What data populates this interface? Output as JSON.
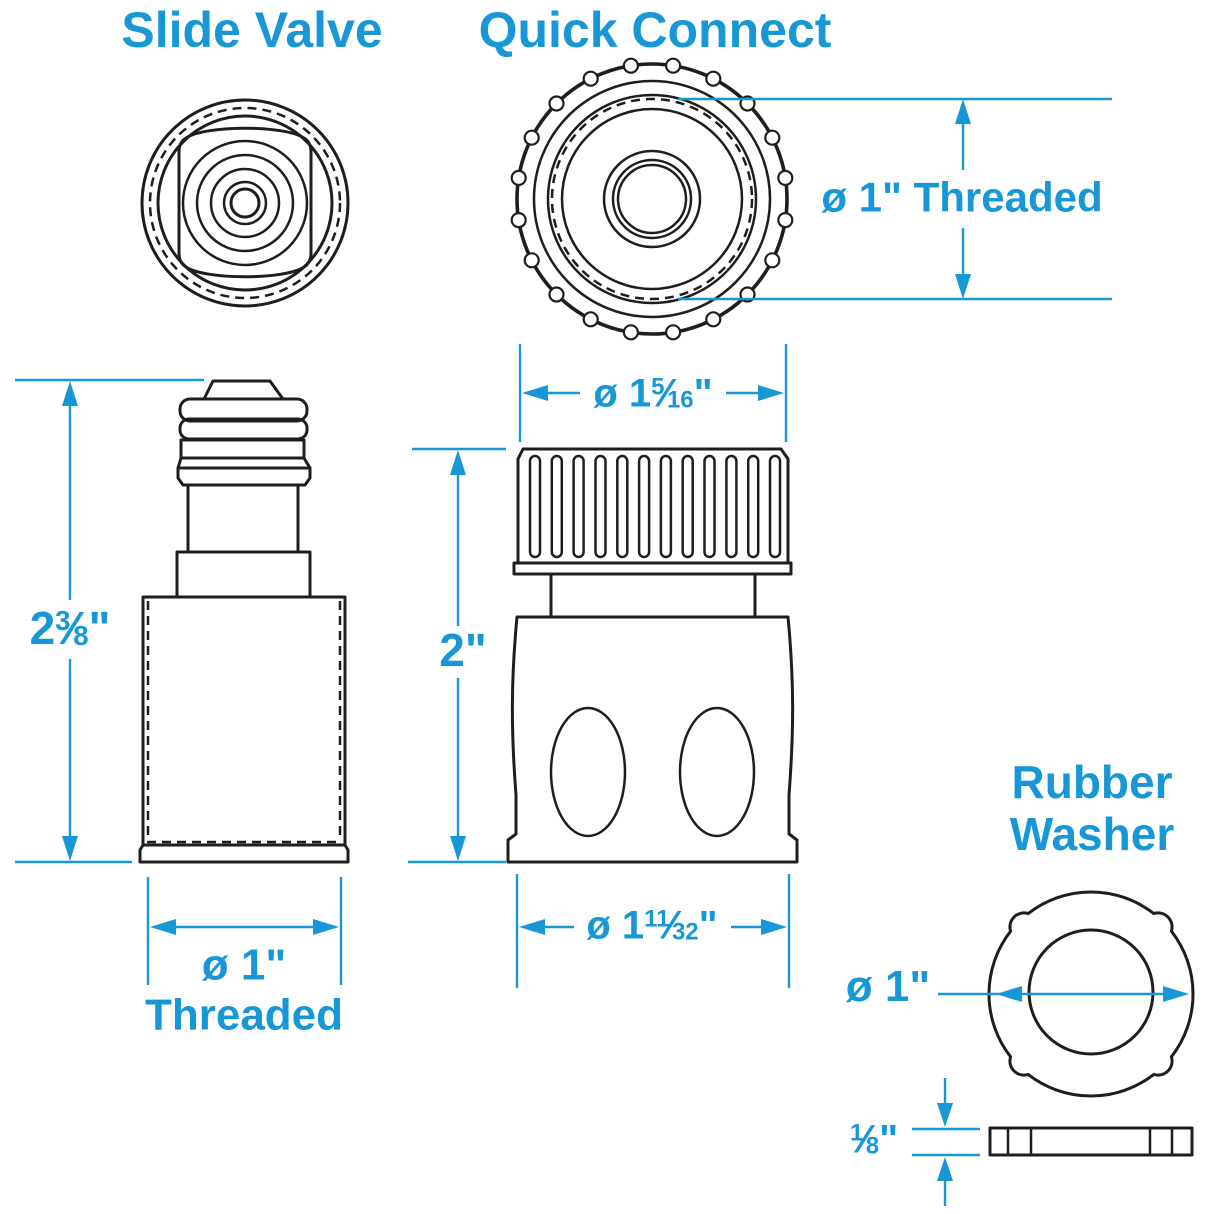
{
  "colors": {
    "accent_blue": "#1897d6",
    "line_black": "#1f1d1e",
    "background": "#ffffff"
  },
  "misc": {
    "fraction_slash": "⁄"
  },
  "slide_valve": {
    "title": "Slide Valve",
    "height_dim": {
      "prefix": "2",
      "frac_num": "3",
      "frac_den": "8",
      "unit": "\""
    },
    "thread_dim": {
      "value": "ø 1\"",
      "label": "Threaded"
    }
  },
  "quick_connect": {
    "title": "Quick Connect",
    "thread_dim": {
      "value": "ø 1\" Threaded"
    },
    "cap_diameter_dim": {
      "prefix": "ø 1",
      "frac_num": "5",
      "frac_den": "16",
      "unit": "\""
    },
    "height_dim": {
      "value": "2\""
    },
    "bottom_diameter_dim": {
      "prefix": "ø 1",
      "frac_num": "11",
      "frac_den": "32",
      "unit": "\""
    }
  },
  "rubber_washer": {
    "title_line1": "Rubber",
    "title_line2": "Washer",
    "outer_diameter_dim": {
      "value": "ø 1\""
    },
    "thickness_dim": {
      "prefix": "",
      "frac_num": "1",
      "frac_den": "8",
      "unit": "\""
    }
  }
}
